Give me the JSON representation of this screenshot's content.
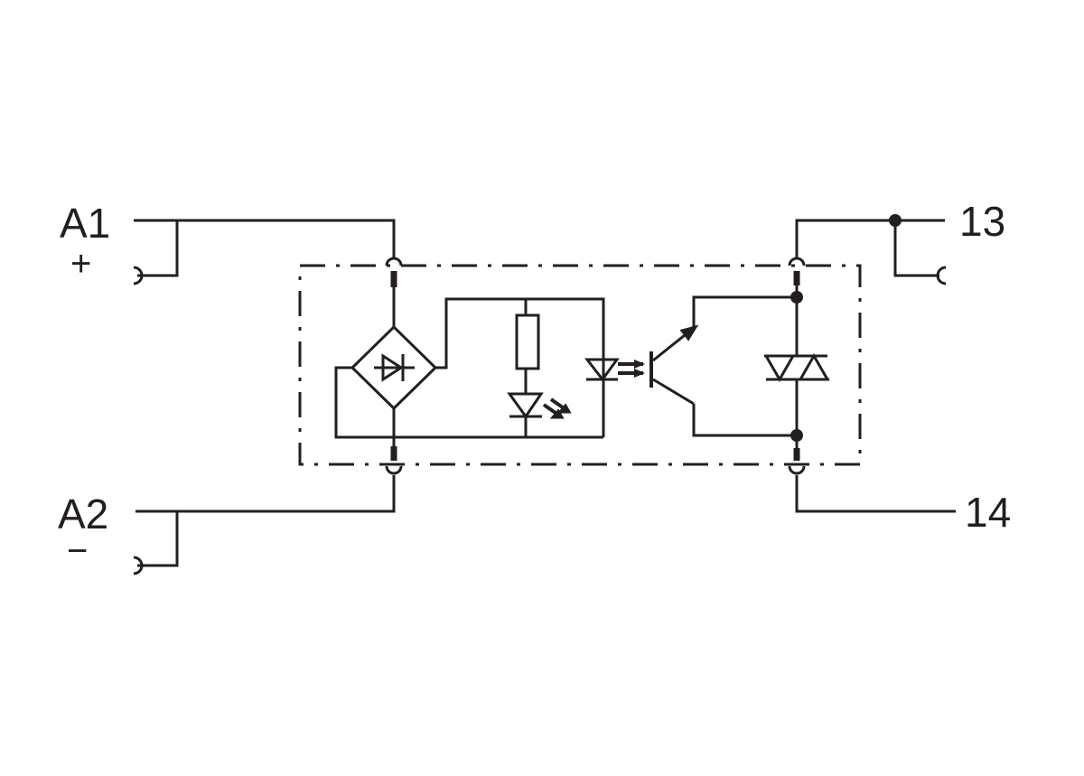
{
  "diagram": {
    "type": "solid-state relay circuit schematic",
    "stroke_color": "#231f20",
    "background": "#ffffff",
    "terminals": {
      "a1": {
        "label": "A1",
        "polarity": "+"
      },
      "a2": {
        "label": "A2",
        "polarity": "−"
      },
      "t13": {
        "label": "13"
      },
      "t14": {
        "label": "14"
      }
    },
    "components": [
      {
        "id": "bridge-rectifier",
        "name": "Bridge rectifier"
      },
      {
        "id": "resistor",
        "name": "Series resistor"
      },
      {
        "id": "status-led",
        "name": "Status LED"
      },
      {
        "id": "optocoupler-led",
        "name": "Optocoupler LED"
      },
      {
        "id": "phototransistor",
        "name": "Phototransistor"
      },
      {
        "id": "triac-diac",
        "name": "Output switching element (bidirectional)"
      }
    ],
    "enclosure": {
      "style": "dash-dot boundary"
    }
  }
}
